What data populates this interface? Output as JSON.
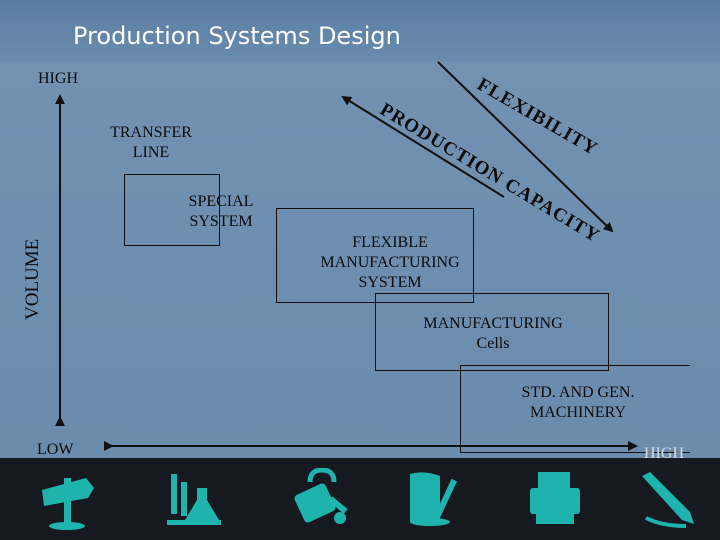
{
  "slide": {
    "title": "Production Systems Design"
  },
  "axes": {
    "volume_label": "VOLUME",
    "high_top": "HIGH",
    "low": "LOW",
    "high_right": "HIGH"
  },
  "systems": {
    "transfer_line": [
      "TRANSFER",
      "LINE"
    ],
    "special_system": [
      "SPECIAL",
      "SYSTEM"
    ],
    "fms": [
      "FLEXIBLE",
      "MANUFACTURING",
      "SYSTEM"
    ],
    "cells": [
      "MANUFACTURING",
      "Cells"
    ],
    "std_gen": [
      "STD. AND GEN.",
      "MACHINERY"
    ]
  },
  "diagonals": {
    "flexibility": "FLEXIBILITY",
    "production_capacity": "PRODUCTION CAPACITY"
  },
  "colors": {
    "background": "#7090b0",
    "footer": "#161a20",
    "icon": "#1fb3ad",
    "line": "#111111"
  },
  "footer_icons": [
    "signpost-icon",
    "lab-flasks-icon",
    "padlock-key-icon",
    "document-pen-icon",
    "printer-icon",
    "pen-icon"
  ]
}
